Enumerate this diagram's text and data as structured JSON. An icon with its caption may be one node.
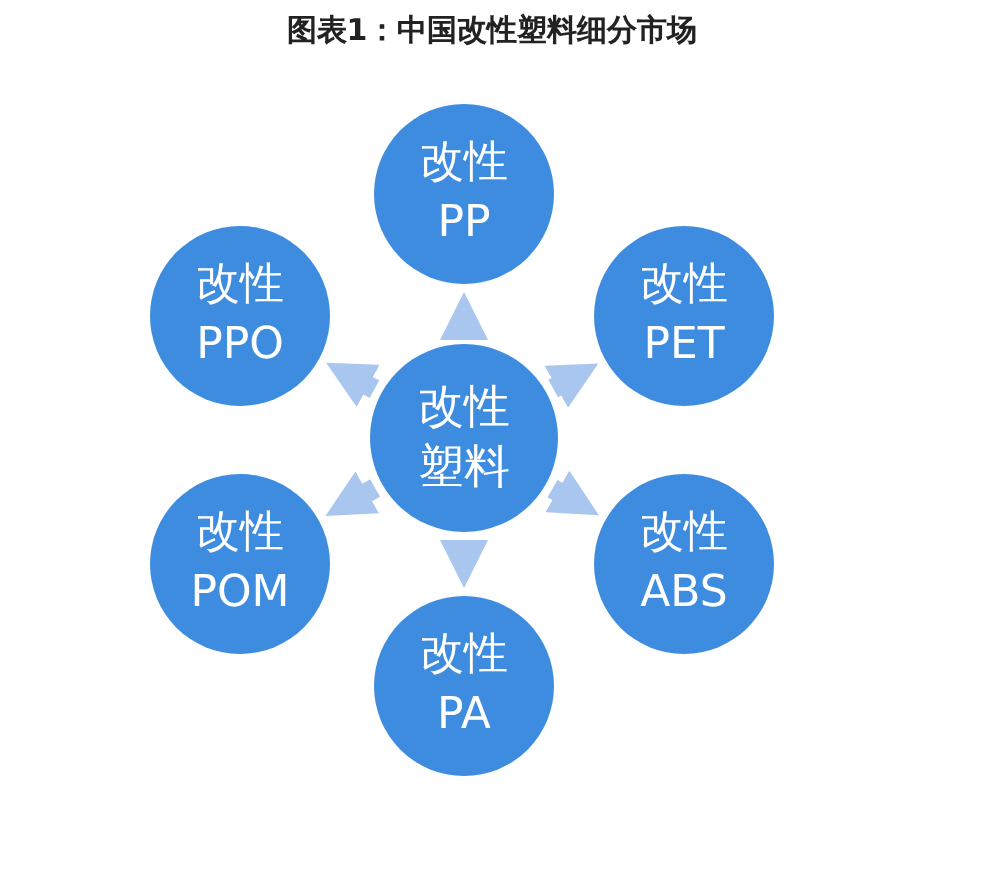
{
  "diagram": {
    "title": "图表1：中国改性塑料细分市场",
    "nodes": [
      {
        "text": [
          "改性塑料"
        ]
      },
      {
        "text": [
          "改性 PP"
        ]
      },
      {
        "text": [
          "改性 PPO"
        ]
      },
      {
        "text": [
          "改性 PET"
        ]
      },
      {
        "text": [
          "改性 POM"
        ]
      },
      {
        "text": [
          "改性 ABS"
        ]
      },
      {
        "text": [
          "改性 PA"
        ]
      }
    ],
    "edges": [
      {
        "from": 0,
        "to": 1,
        "arrow": "to"
      },
      {
        "from": 0,
        "to": 2,
        "arrow": "to"
      },
      {
        "from": 0,
        "to": 3,
        "arrow": "to"
      },
      {
        "from": 0,
        "to": 4,
        "arrow": "to"
      },
      {
        "from": 0,
        "to": 5,
        "arrow": "to"
      },
      {
        "from": 0,
        "to": 6,
        "arrow": "to"
      }
    ]
  }
}
